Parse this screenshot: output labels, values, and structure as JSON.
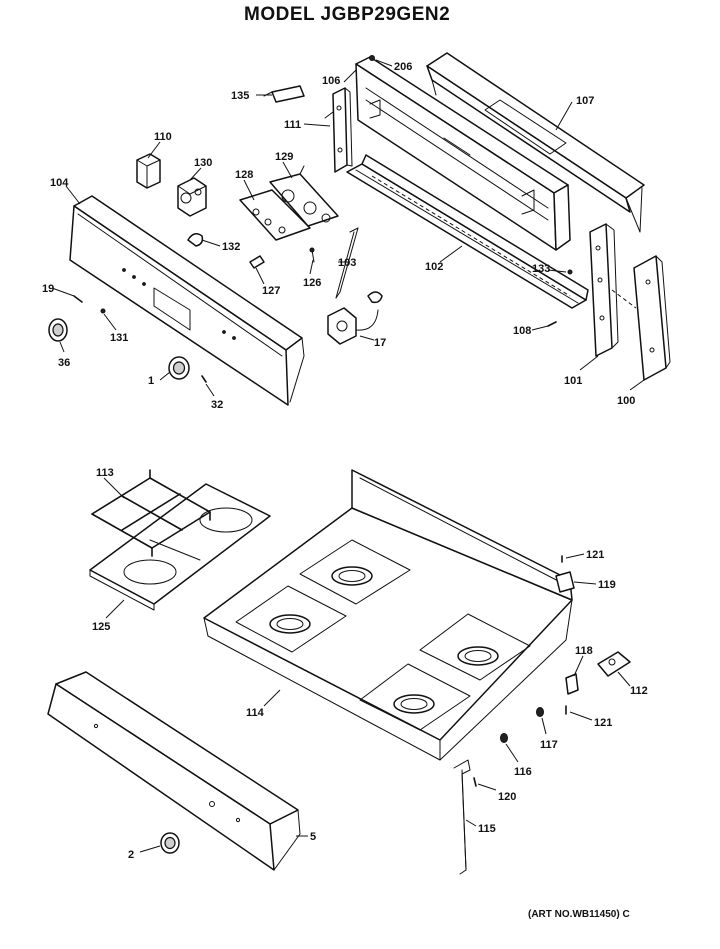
{
  "diagram": {
    "title": "MODEL JGBP29GEN2",
    "art_number": "(ART NO.WB11450) C",
    "parts": [
      {
        "id": "p206",
        "label": "206"
      },
      {
        "id": "p135",
        "label": "135"
      },
      {
        "id": "p106",
        "label": "106"
      },
      {
        "id": "p107",
        "label": "107"
      },
      {
        "id": "p111",
        "label": "111"
      },
      {
        "id": "p110",
        "label": "110"
      },
      {
        "id": "p130",
        "label": "130"
      },
      {
        "id": "p129",
        "label": "129"
      },
      {
        "id": "p128",
        "label": "128"
      },
      {
        "id": "p104",
        "label": "104"
      },
      {
        "id": "p132",
        "label": "132"
      },
      {
        "id": "p126",
        "label": "126"
      },
      {
        "id": "p127",
        "label": "127"
      },
      {
        "id": "p103",
        "label": "103"
      },
      {
        "id": "p102",
        "label": "102"
      },
      {
        "id": "p133",
        "label": "133"
      },
      {
        "id": "p19",
        "label": "19"
      },
      {
        "id": "p131",
        "label": "131"
      },
      {
        "id": "p36",
        "label": "36"
      },
      {
        "id": "p17",
        "label": "17"
      },
      {
        "id": "p108",
        "label": "108"
      },
      {
        "id": "p101",
        "label": "101"
      },
      {
        "id": "p100",
        "label": "100"
      },
      {
        "id": "p1",
        "label": "1"
      },
      {
        "id": "p32",
        "label": "32"
      },
      {
        "id": "p113",
        "label": "113"
      },
      {
        "id": "p121a",
        "label": "121"
      },
      {
        "id": "p119",
        "label": "119"
      },
      {
        "id": "p125",
        "label": "125"
      },
      {
        "id": "p118",
        "label": "118"
      },
      {
        "id": "p112",
        "label": "112"
      },
      {
        "id": "p114",
        "label": "114"
      },
      {
        "id": "p121b",
        "label": "121"
      },
      {
        "id": "p117",
        "label": "117"
      },
      {
        "id": "p116",
        "label": "116"
      },
      {
        "id": "p120",
        "label": "120"
      },
      {
        "id": "p115",
        "label": "115"
      },
      {
        "id": "p5",
        "label": "5"
      },
      {
        "id": "p2",
        "label": "2"
      }
    ]
  }
}
